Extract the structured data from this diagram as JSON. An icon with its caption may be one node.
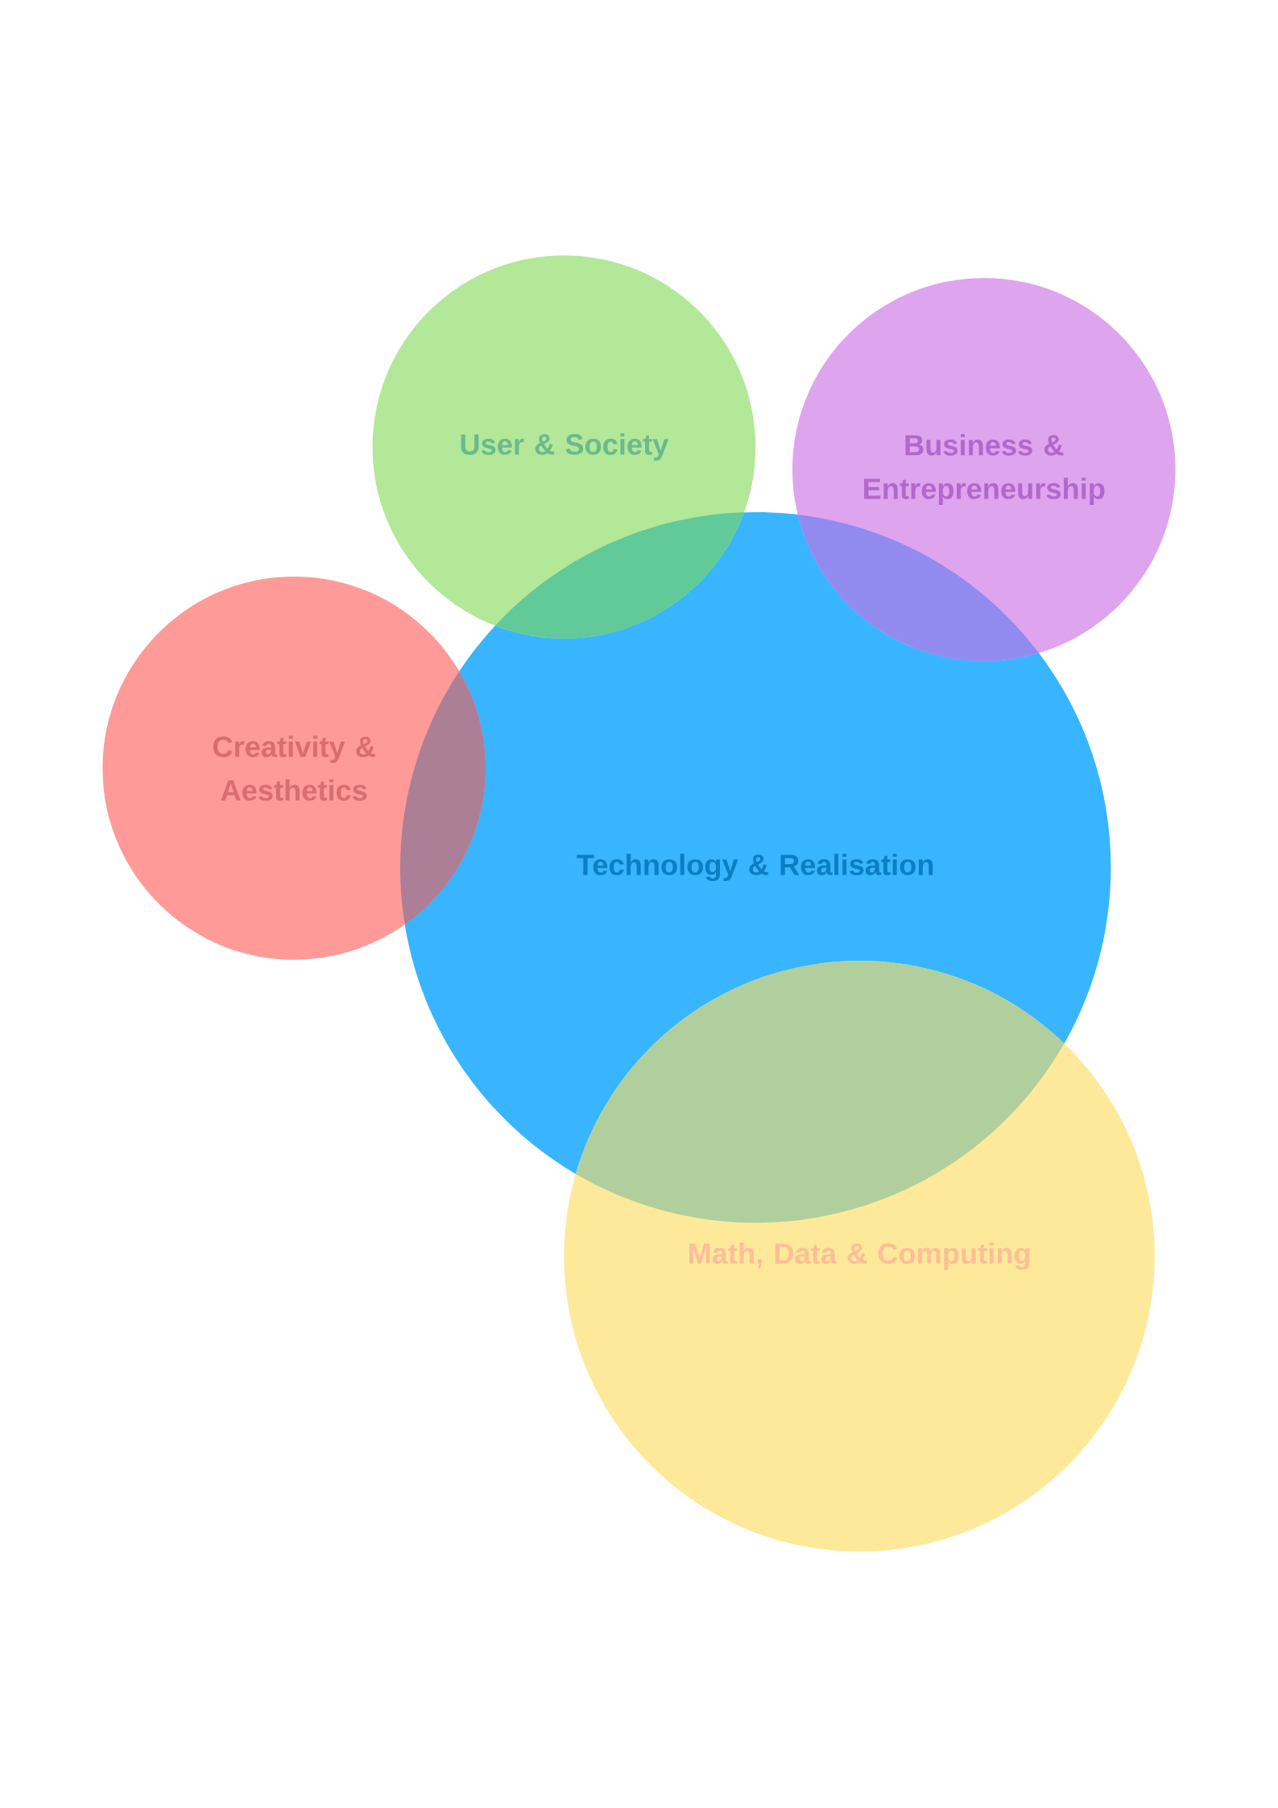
{
  "diagram": {
    "nodes": [
      {
        "text": [
          "User & Society"
        ]
      },
      {
        "text": [
          "Business & Entrepreneurship"
        ]
      },
      {
        "text": [
          "Creativity & Aesthetics"
        ]
      },
      {
        "text": [
          "Technology & Realisation"
        ]
      },
      {
        "text": [
          "Math, Data & Computing"
        ]
      }
    ]
  }
}
